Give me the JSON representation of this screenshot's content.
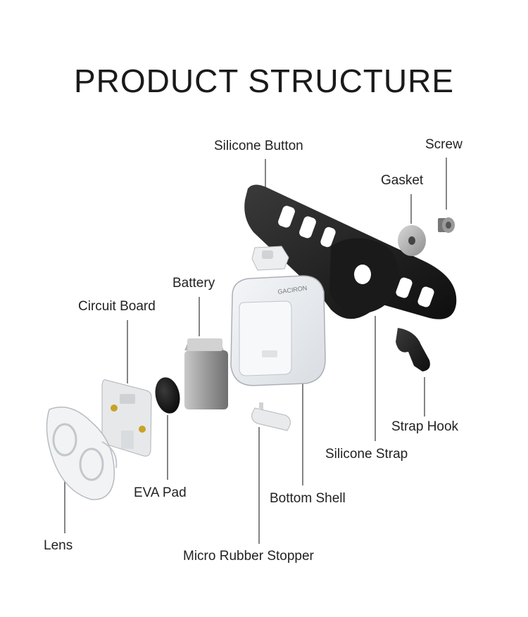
{
  "title": "PRODUCT STRUCTURE",
  "labels": {
    "silicone_button": "Silicone Button",
    "screw": "Screw",
    "gasket": "Gasket",
    "battery": "Battery",
    "circuit_board": "Circuit Board",
    "strap_hook": "Strap Hook",
    "silicone_strap": "Silicone Strap",
    "eva_pad": "EVA Pad",
    "bottom_shell": "Bottom Shell",
    "lens": "Lens",
    "micro_rubber_stopper": "Micro Rubber Stopper"
  },
  "shell_mark": "GACIRON"
}
